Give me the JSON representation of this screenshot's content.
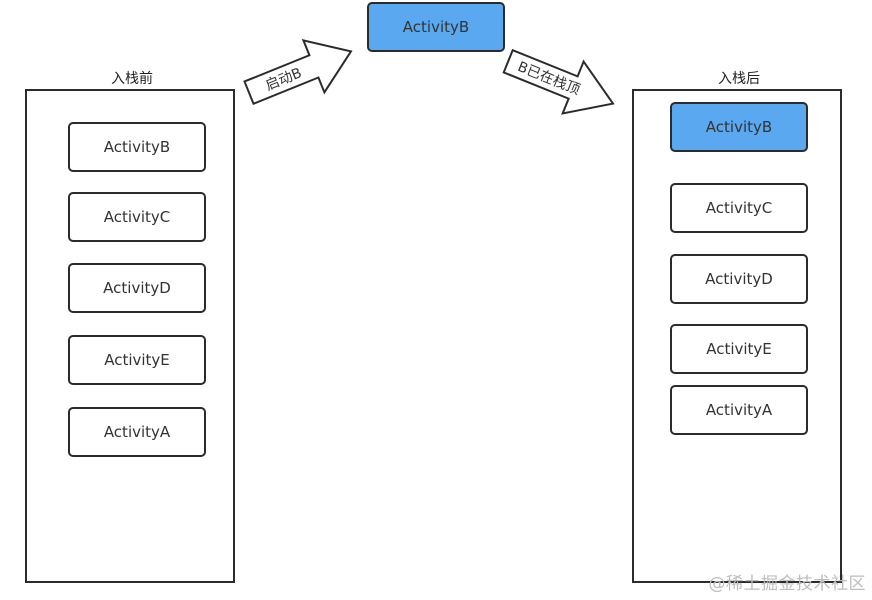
{
  "top_activity": "ActivityB",
  "arrows": {
    "launch": "启动B",
    "already_top": "B已在栈顶"
  },
  "before": {
    "label": "入栈前",
    "items": [
      "ActivityB",
      "ActivityC",
      "ActivityD",
      "ActivityE",
      "ActivityA"
    ]
  },
  "after": {
    "label": "入栈后",
    "items": [
      "ActivityB",
      "ActivityC",
      "ActivityD",
      "ActivityE",
      "ActivityA"
    ]
  },
  "colors": {
    "highlight": "#5aa9f0",
    "border": "#2b2b2b"
  },
  "watermark": "@稀土掘金技术社区"
}
